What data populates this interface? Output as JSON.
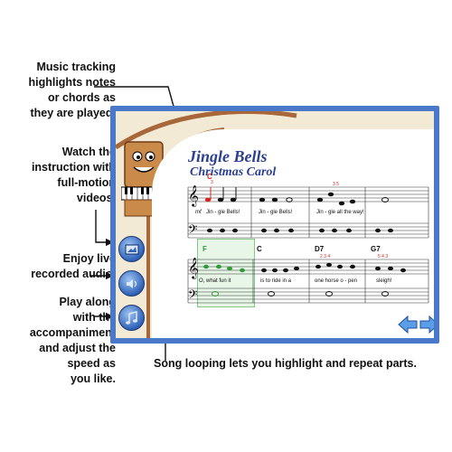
{
  "callouts": {
    "music_tracking": "Music tracking\nhighlights notes\nor chords as\nthey are played.",
    "watch": "Watch the\ninstruction with\nfull-motion\nvideos.",
    "audio": "Enjoy live\nrecorded audio.",
    "play_along": "Play along\nwith the\naccompaniment\nand adjust the\nspeed as\nyou like.",
    "looping": "Song looping lets you highlight and repeat parts."
  },
  "song": {
    "title": "Jingle Bells",
    "subtitle": "Christmas Carol"
  },
  "staff1": {
    "chord": "C",
    "dynamic": "mf",
    "lyrics": [
      "Jin - gle Bells!",
      "Jin - gle Bells!",
      "Jin - gle all the way!"
    ]
  },
  "staff2": {
    "chords": [
      "F",
      "C",
      "D7",
      "G7"
    ],
    "lyrics": [
      "O, what fun it",
      "is to ride in a",
      "one horse o - pen",
      "sleigh!"
    ]
  },
  "icons": {
    "video": "video-icon",
    "audio": "speaker-icon",
    "accompaniment": "music-notes-icon",
    "prev": "arrow-left-icon",
    "next": "arrow-right-icon"
  },
  "colors": {
    "frame": "#4a79c9",
    "title": "#2b3f93",
    "highlight": "#d6261f",
    "loop": "#86c986"
  }
}
